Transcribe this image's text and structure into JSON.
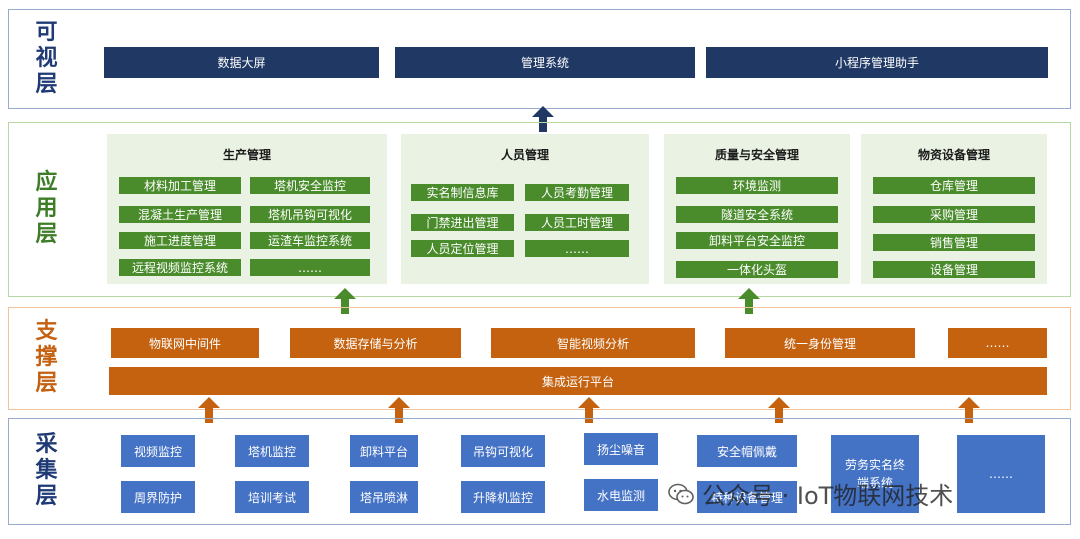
{
  "layers": {
    "visual": {
      "title": [
        "可",
        "视",
        "层"
      ],
      "boxes": [
        "数据大屏",
        "管理系统",
        "小程序管理助手"
      ]
    },
    "application": {
      "title": [
        "应",
        "用",
        "层"
      ],
      "production": {
        "title": "生产管理",
        "items": [
          "材料加工管理",
          "塔机安全监控",
          "混凝土生产管理",
          "塔机吊钩可视化",
          "施工进度管理",
          "运渣车监控系统",
          "远程视频监控系统",
          "……"
        ]
      },
      "personnel": {
        "title": "人员管理",
        "items": [
          "实名制信息库",
          "人员考勤管理",
          "门禁进出管理",
          "人员工时管理",
          "人员定位管理",
          "……"
        ]
      },
      "quality": {
        "title": "质量与安全管理",
        "items": [
          "环境监测",
          "隧道安全系统",
          "卸料平台安全监控",
          "一体化头盔"
        ]
      },
      "materials": {
        "title": "物资设备管理",
        "items": [
          "仓库管理",
          "采购管理",
          "销售管理",
          "设备管理"
        ]
      }
    },
    "support": {
      "title": [
        "支",
        "撑",
        "层"
      ],
      "boxes": [
        "物联网中间件",
        "数据存储与分析",
        "智能视频分析",
        "统一身份管理",
        "……"
      ],
      "platform": "集成运行平台"
    },
    "collection": {
      "title": [
        "采",
        "集",
        "层"
      ],
      "top": [
        "视频监控",
        "塔机监控",
        "卸料平台",
        "吊钩可视化",
        "扬尘噪音",
        "安全帽佩戴"
      ],
      "bottom": [
        "周界防护",
        "培训考试",
        "塔吊喷淋",
        "升降机监控",
        "水电监测",
        "特种设备管理"
      ],
      "labor": "劳务实名终端系统",
      "more": "……"
    }
  },
  "watermark": {
    "text": "公众号 · IoT物联网技术",
    "icon": "wechat-icon"
  },
  "colors": {
    "navy": "#1f3864",
    "green": "#4a8b2c",
    "orange": "#c5620f",
    "blue": "#4472c4",
    "panel": "#eaf3e3"
  }
}
